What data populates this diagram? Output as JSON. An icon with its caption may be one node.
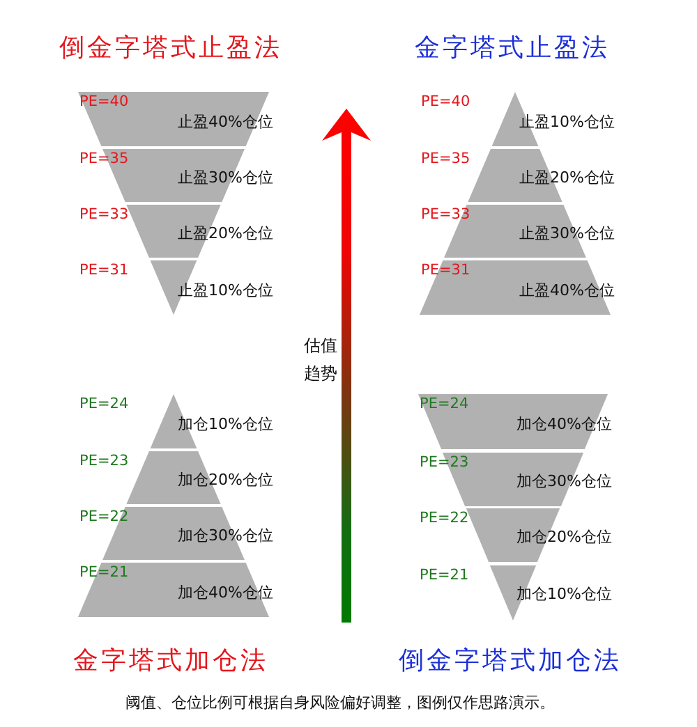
{
  "diagram": {
    "caption": "阈值、仓位比例可根据自身风险偏好调整，图例仅作思路演示。",
    "nodes": [
      {
        "text": [
          "倒金字塔式止盈法"
        ]
      },
      {
        "text": [
          "PE=40",
          "止盈40%仓位"
        ],
        "in": 0
      },
      {
        "text": [
          "PE=35",
          "止盈30%仓位"
        ],
        "in": 0
      },
      {
        "text": [
          "PE=33",
          "止盈20%仓位"
        ],
        "in": 0
      },
      {
        "text": [
          "PE=31",
          "止盈10%仓位"
        ],
        "in": 0
      },
      {
        "text": [
          "金字塔式止盈法"
        ]
      },
      {
        "text": [
          "PE=40",
          "止盈10%仓位"
        ],
        "in": 5
      },
      {
        "text": [
          "PE=35",
          "止盈20%仓位"
        ],
        "in": 5
      },
      {
        "text": [
          "PE=33",
          "止盈30%仓位"
        ],
        "in": 5
      },
      {
        "text": [
          "PE=31",
          "止盈40%仓位"
        ],
        "in": 5
      },
      {
        "text": [
          "金字塔式加仓法"
        ]
      },
      {
        "text": [
          "PE=24",
          "加仓10%仓位"
        ],
        "in": 10
      },
      {
        "text": [
          "PE=23",
          "加仓20%仓位"
        ],
        "in": 10
      },
      {
        "text": [
          "PE=22",
          "加仓30%仓位"
        ],
        "in": 10
      },
      {
        "text": [
          "PE=21",
          "加仓40%仓位"
        ],
        "in": 10
      },
      {
        "text": [
          "倒金字塔式加仓法"
        ]
      },
      {
        "text": [
          "PE=24",
          "加仓40%仓位"
        ],
        "in": 15
      },
      {
        "text": [
          "PE=23",
          "加仓30%仓位"
        ],
        "in": 15
      },
      {
        "text": [
          "PE=22",
          "加仓20%仓位"
        ],
        "in": 15
      },
      {
        "text": [
          "PE=21",
          "加仓10%仓位"
        ],
        "in": 15
      }
    ],
    "labels": [
      "估值趋势"
    ]
  }
}
